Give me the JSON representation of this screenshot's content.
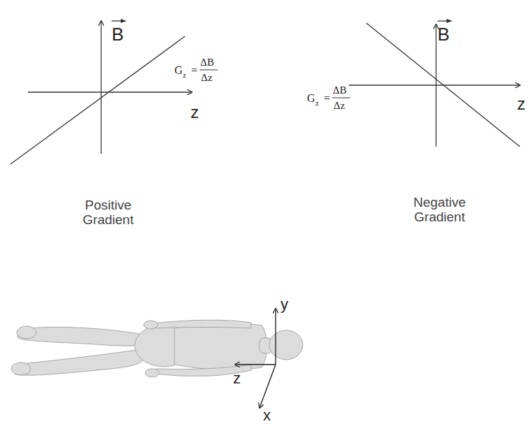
{
  "diagram": {
    "labels": [
      "B",
      "G",
      "z",
      "=",
      "ΔB",
      "Δz",
      "z",
      "B",
      "G",
      "z",
      "=",
      "ΔB",
      "Δz",
      "z",
      "Positive Gradient",
      "Negative Gradient",
      "y",
      "z",
      "x"
    ]
  }
}
